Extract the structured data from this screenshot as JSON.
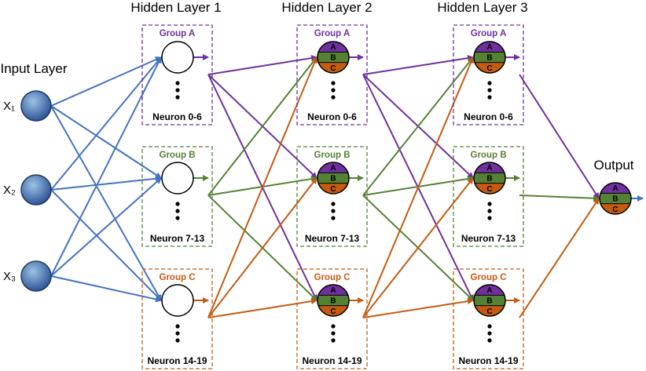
{
  "colors": {
    "group_a": "#7030A0",
    "group_b": "#548235",
    "group_c": "#C55A11",
    "input_edges": "#4472C4",
    "output_arrow": "#4472C4"
  },
  "input_layer": {
    "title": "Input Layer",
    "nodes": [
      {
        "label": "X₁"
      },
      {
        "label": "X₂"
      },
      {
        "label": "X₃"
      }
    ]
  },
  "hidden_layers": [
    {
      "title": "Hidden Layer 1",
      "groups": [
        {
          "title": "Group A",
          "range": "Neuron 0-6"
        },
        {
          "title": "Group B",
          "range": "Neuron 7-13"
        },
        {
          "title": "Group C",
          "range": "Neuron 14-19"
        }
      ]
    },
    {
      "title": "Hidden Layer 2",
      "groups": [
        {
          "title": "Group A",
          "range": "Neuron 0-6"
        },
        {
          "title": "Group B",
          "range": "Neuron 7-13"
        },
        {
          "title": "Group C",
          "range": "Neuron 14-19"
        }
      ]
    },
    {
      "title": "Hidden Layer 3",
      "groups": [
        {
          "title": "Group A",
          "range": "Neuron 0-6"
        },
        {
          "title": "Group B",
          "range": "Neuron 7-13"
        },
        {
          "title": "Group C",
          "range": "Neuron 14-19"
        }
      ]
    }
  ],
  "band_labels": [
    "A",
    "B",
    "C"
  ],
  "output": {
    "title": "Output"
  }
}
